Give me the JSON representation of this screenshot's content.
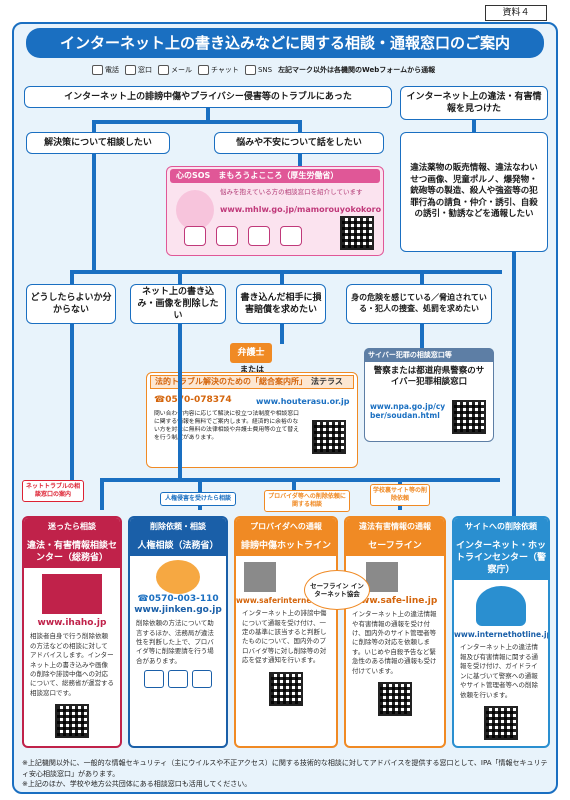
{
  "doc_number": "資料４",
  "title": "インターネット上の書き込みなどに関する相談・通報窓口のご案内",
  "legend": {
    "items": [
      {
        "icon": "phone-icon",
        "label": "電話"
      },
      {
        "icon": "counter-icon",
        "label": "窓口"
      },
      {
        "icon": "mail-icon",
        "label": "メール"
      },
      {
        "icon": "chat-icon",
        "label": "チャット"
      },
      {
        "icon": "sns-icon",
        "label": "SNS"
      }
    ],
    "note": "左記マーク以外は各機関のWebフォームから通報"
  },
  "flow": {
    "top_left": "インターネット上の誹謗中傷やプライバシー侵害等のトラブルにあった",
    "top_right": "インターネット上の違法・有害情報を見つけた",
    "want_resolve": "解決策について相談したい",
    "want_talk": "悩みや不安について話をしたい",
    "right_list": "違法薬物の販売情報、違法なわいせつ画像、児童ポルノ、爆発物・銃砲等の製造、殺人や強盗等の犯罪行為の請負・仲介・誘引、自殺の誘引・勧誘などを通報したい",
    "q1": "どうしたらよいか分からない",
    "q2": "ネット上の書き込み・画像を削除したい",
    "q3": "書き込んだ相手に損害賠償を求めたい",
    "q4": "身の危険を感じている／脅迫されている・犯人の捜査、処罰を求めたい"
  },
  "kokoro": {
    "head_tag": "心のSOS",
    "head": "まもろうよこころ（厚生労働省）",
    "text": "悩みを抱えている方の相談窓口を紹介しています",
    "url": "www.mhlw.go.jp/mamorouyokokoro"
  },
  "lawyer": {
    "label": "弁護士",
    "or": "または",
    "head": "法的トラブル解決のための「総合案内所」",
    "brand": "法テラス",
    "tel": "0570-078374",
    "url": "www.houterasu.or.jp",
    "text": "問い合わせ内容に応じて解決に役立つ法制度や相談窓口に関する情報を無料でご案内します。経済的に余裕のない方を対象に無料の法律相談や弁護士費用等の立て替えを行う制度があります。"
  },
  "cyber": {
    "head": "サイバー犯罪の相談窓口等",
    "title": "警察または都道府県警察のサイバー犯罪相談窓口",
    "url": "www.npa.go.jp/cyber/soudan.html"
  },
  "tags": {
    "trouble": "ネットトラブルの相談窓口の案内",
    "jinken_hint": "人権侵害を受けたら相談",
    "provider": "プロバイダ等への削除依頼に関する相談",
    "safe": "学校裏サイト等の削除依頼",
    "safety_center": "セーフライン インターネット協会"
  },
  "cards": [
    {
      "head": "迷ったら相談",
      "title": "違法・有害情報相談センター（総務省）",
      "url": "www.ihaho.jp",
      "text": "相談者自身で行う削除依頼の方法などの相談に対してアドバイスします。インターネット上の書き込みや画像の削除や誹謗中傷への対応について、総務省が運営する相談窓口です。"
    },
    {
      "head": "削除依頼・相談",
      "title": "人権相談（法務省）",
      "tel": "0570-003-110",
      "url": "www.jinken.go.jp",
      "text": "削除依頼の方法について助言するほか、法務局が違法性を判断した上で、プロバイダ等に削除要請を行う場合があります。"
    },
    {
      "head": "プロバイダへの通報",
      "title": "誹謗中傷ホットライン",
      "url": "www.saferinternet.or.jp/bullying/",
      "text": "インターネット上の誹謗中傷について通報を受け付け、一定の基準に該当すると判断したものについて、国内外のプロバイダ等に対し削除等の対応を促す通知を行います。"
    },
    {
      "head": "違法有害情報の通報",
      "title": "セーフライン",
      "url": "www.safe-line.jp",
      "text": "インターネット上の違法情報や有害情報の通報を受け付け、国内外のサイト管理者等に削除等の対応を依頼します。いじめや自殺予告など緊急性のある情報の通報も受け付けています。"
    },
    {
      "head": "サイトへの削除依頼",
      "title": "インターネット・ホットラインセンター（警察庁）",
      "url": "www.internethotline.jp",
      "text": "インターネット上の違法情報及び有害情報に関する通報を受け付け、ガイドラインに基づいて警察への通報やサイト管理者等への削除依頼を行います。"
    }
  ],
  "footnotes": [
    "※上記機関以外に、一般的な情報セキュリティ（主にウイルスや不正アクセス）に関する技術的な相談に対してアドバイスを提供する窓口として、IPA「情報セキュリティ安心相談窓口」があります。",
    "※上記のほか、学校や地方公共団体にある相談窓口も活用してください。"
  ]
}
